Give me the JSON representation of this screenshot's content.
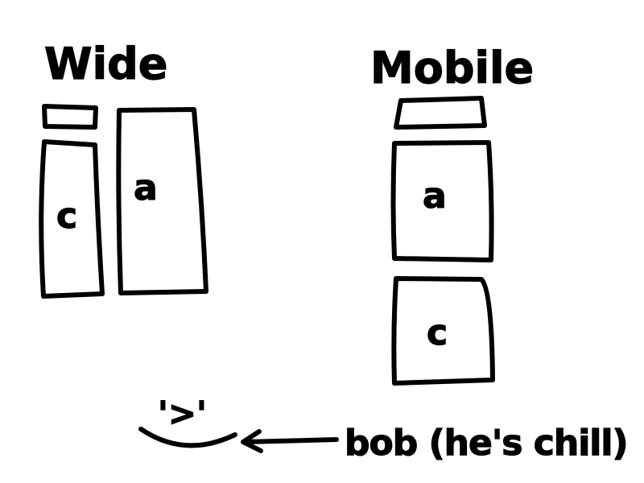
{
  "sketch": {
    "stroke_color": "#000000",
    "background": "#ffffff",
    "wide": {
      "title": "Wide",
      "sidebar_label": "c",
      "main_label": "a"
    },
    "mobile": {
      "title": "Mobile",
      "main_label": "a",
      "secondary_label": "c"
    },
    "doodle": {
      "face": "'>'",
      "caption": "bob (he's chill)"
    }
  }
}
